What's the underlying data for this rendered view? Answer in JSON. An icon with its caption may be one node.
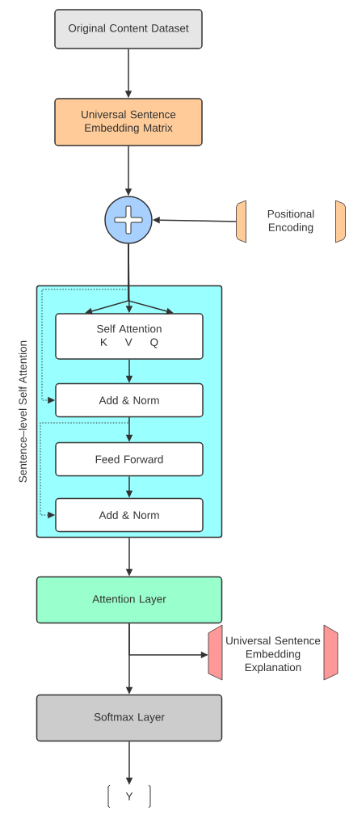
{
  "diagram": {
    "nodes": [
      {
        "text": [
          "Original Content Dataset"
        ]
      },
      {
        "text": [
          "Universal Sentence Embedding Matrix"
        ]
      },
      {
        "text": [],
        "shape": "circle"
      },
      {
        "text": [
          "Positional Encoding"
        ]
      },
      {
        "text": [
          "Sentence–level Self Attention"
        ]
      },
      {
        "text": [
          "Self Attention",
          "K V Q"
        ],
        "in": 4
      },
      {
        "text": [
          "Add & Norm"
        ],
        "in": 4
      },
      {
        "text": [
          "Feed Forward"
        ],
        "in": 4
      },
      {
        "text": [
          "Add & Norm"
        ],
        "in": 4
      },
      {
        "text": [
          "Attention Layer"
        ]
      },
      {
        "text": [
          "Universal Sentence Embedding Explanation"
        ]
      },
      {
        "text": [
          "Softmax Layer"
        ]
      },
      {
        "text": [
          "Y"
        ]
      }
    ],
    "edges": [
      {
        "from": 0,
        "to": 1,
        "arrow": "to"
      },
      {
        "from": 1,
        "to": 2,
        "arrow": "to"
      },
      {
        "from": 3,
        "to": 2,
        "arrow": "to"
      },
      {
        "from": 2,
        "to": 5,
        "arrow": "to"
      },
      {
        "from": 2,
        "to": 5,
        "arrow": "to"
      },
      {
        "from": 2,
        "to": 5,
        "arrow": "to"
      },
      {
        "from": 2,
        "to": 6,
        "arrow": "to",
        "style": "dashed"
      },
      {
        "from": 5,
        "to": 6,
        "arrow": "to"
      },
      {
        "from": 6,
        "to": 7,
        "arrow": "to"
      },
      {
        "from": 6,
        "to": 8,
        "arrow": "to",
        "style": "dashed"
      },
      {
        "from": 7,
        "to": 8,
        "arrow": "to"
      },
      {
        "from": 4,
        "to": 9,
        "arrow": "to"
      },
      {
        "from": 9,
        "to": 11,
        "arrow": "to"
      },
      {
        "from": 9,
        "to": 10,
        "arrow": "to"
      },
      {
        "from": 11,
        "to": 12,
        "arrow": "to"
      }
    ]
  }
}
